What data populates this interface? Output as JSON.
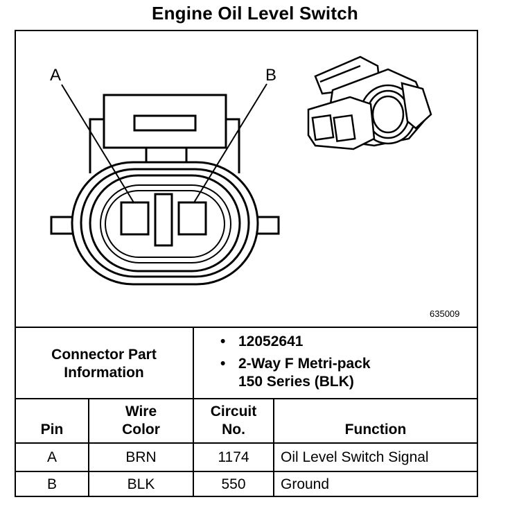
{
  "title": "Engine Oil Level Switch",
  "figure_id": "635009",
  "pin_labels": [
    "A",
    "B"
  ],
  "connector_info": {
    "label_line1": "Connector Part",
    "label_line2": "Information",
    "part_number": "12052641",
    "description_line1": "2-Way F Metri-pack",
    "description_line2": "150 Series (BLK)",
    "bullet": "•"
  },
  "table": {
    "headers": {
      "pin": "Pin",
      "wire_color_line1": "Wire",
      "wire_color_line2": "Color",
      "circuit_line1": "Circuit",
      "circuit_line2": "No.",
      "function": "Function"
    },
    "rows": [
      {
        "pin": "A",
        "wire_color": "BRN",
        "circuit": "1174",
        "function": "Oil Level Switch Signal"
      },
      {
        "pin": "B",
        "wire_color": "BLK",
        "circuit": "550",
        "function": "Ground"
      }
    ]
  }
}
